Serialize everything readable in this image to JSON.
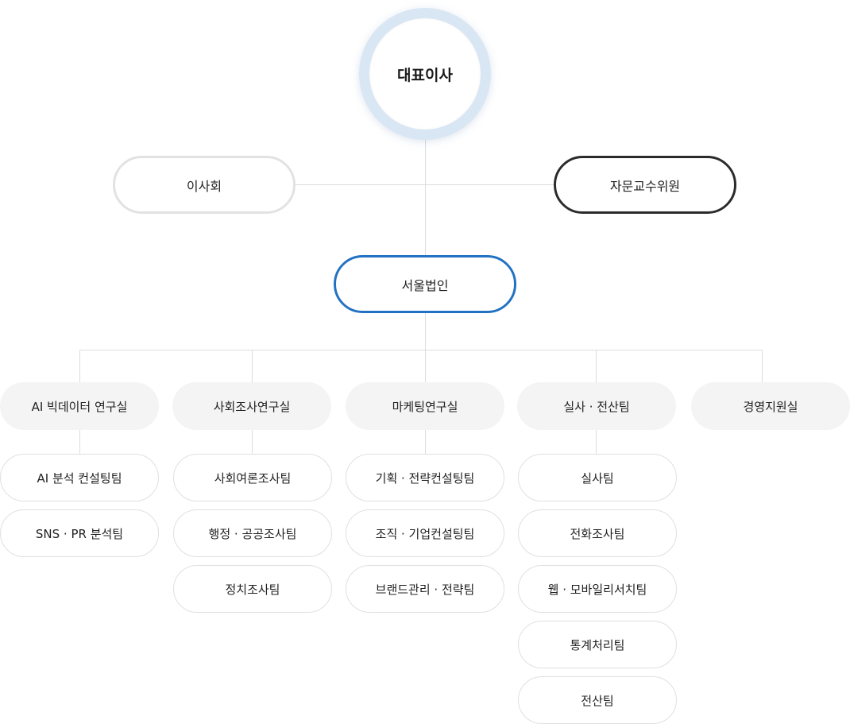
{
  "ceo": {
    "label": "대표이사"
  },
  "board": {
    "label": "이사회"
  },
  "advisors": {
    "label": "자문교수위원"
  },
  "branch": {
    "label": "서울법인"
  },
  "departments": [
    {
      "label": "AI 빅데이터 연구실",
      "teams": [
        "AI 분석 컨설팅팀",
        "SNS · PR 분석팀"
      ]
    },
    {
      "label": "사회조사연구실",
      "teams": [
        "사회여론조사팀",
        "행정 · 공공조사팀",
        "정치조사팀"
      ]
    },
    {
      "label": "마케팅연구실",
      "teams": [
        "기획 · 전략컨설팅팀",
        "조직 · 기업컨설팅팀",
        "브랜드관리 · 전략팀"
      ]
    },
    {
      "label": "실사 · 전산팀",
      "teams": [
        "실사팀",
        "전화조사팀",
        "웹 · 모바일리서치팀",
        "통계처리팀",
        "전산팀"
      ]
    },
    {
      "label": "경영지원실",
      "teams": []
    }
  ]
}
